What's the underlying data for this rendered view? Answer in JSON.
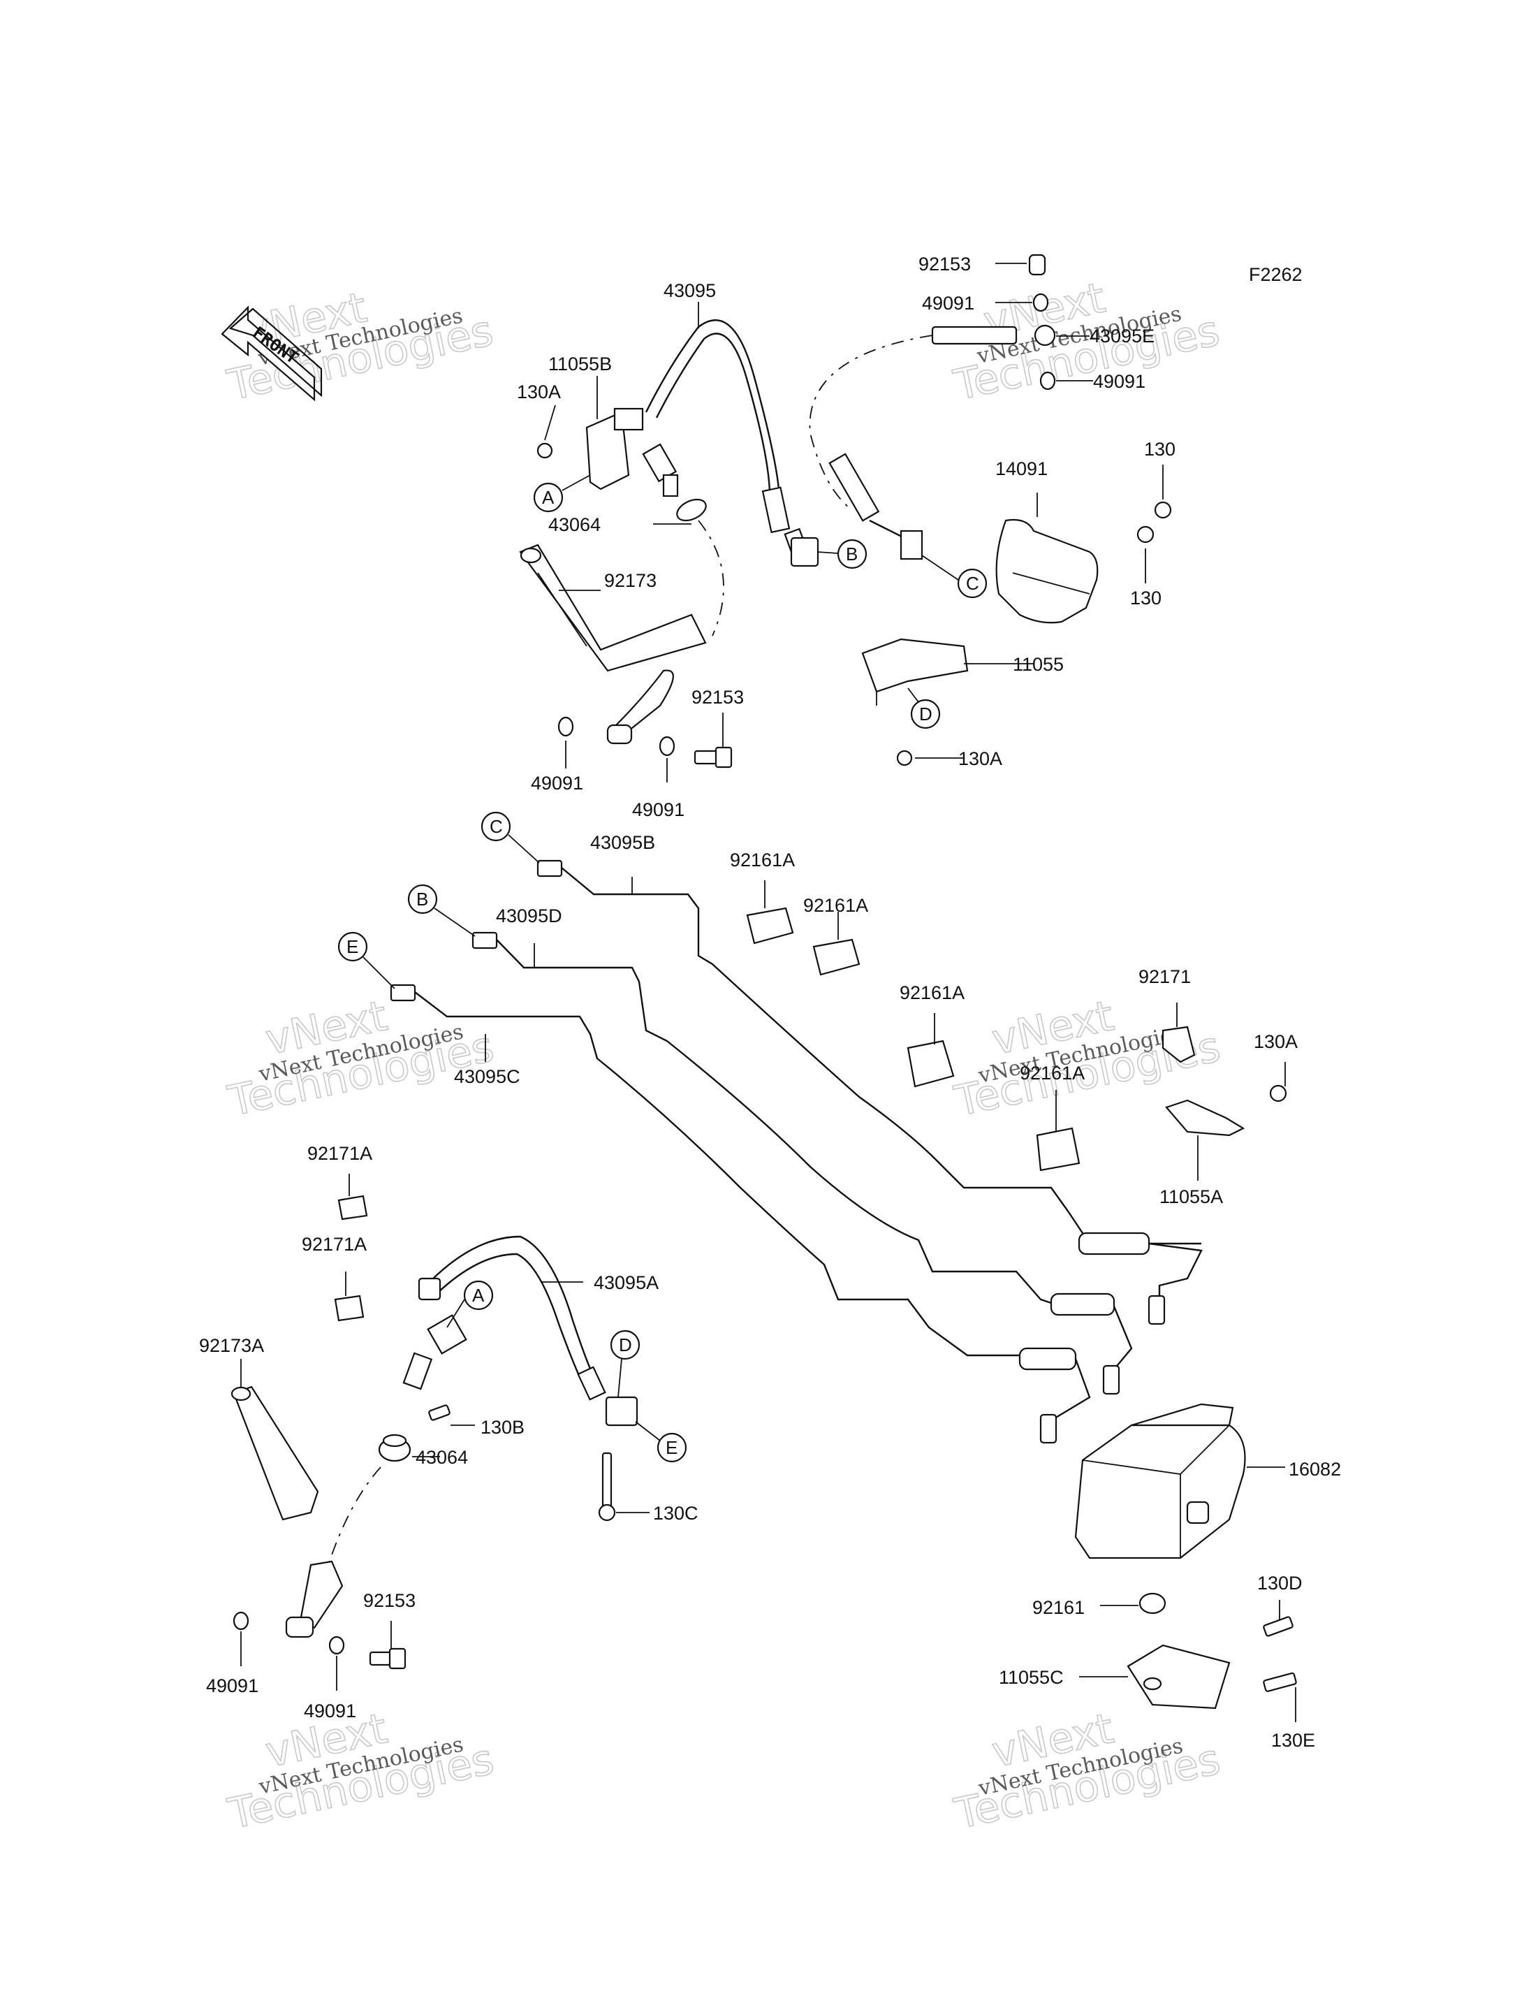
{
  "figure_code": "F2262",
  "front_label": "FRONT",
  "watermark": {
    "line1": "vNext",
    "line2": "Technologies",
    "caption": "vNext Technologies"
  },
  "labels": {
    "p92153_a": "92153",
    "p49091_a": "49091",
    "p43095e": "43095E",
    "p49091_b": "49091",
    "p43095": "43095",
    "p11055b": "11055B",
    "p130a_a": "130A",
    "p43064_a": "43064",
    "p92173": "92173",
    "p92153_b": "92153",
    "p49091_c": "49091",
    "p49091_d": "49091",
    "p14091": "14091",
    "p130_a": "130",
    "p130_b": "130",
    "p11055": "11055",
    "p130a_b": "130A",
    "p43095b": "43095B",
    "p43095d": "43095D",
    "p43095c": "43095C",
    "p92161a_a": "92161A",
    "p92161a_b": "92161A",
    "p92161a_c": "92161A",
    "p92161a_d": "92161A",
    "p92171": "92171",
    "p130a_c": "130A",
    "p11055a": "11055A",
    "p92171a_a": "92171A",
    "p92171a_b": "92171A",
    "p92173a": "92173A",
    "p43095a": "43095A",
    "p130b": "130B",
    "p43064_b": "43064",
    "p130c": "130C",
    "p92153_c": "92153",
    "p49091_e": "49091",
    "p49091_f": "49091",
    "p16082": "16082",
    "p92161": "92161",
    "p130d": "130D",
    "p11055c": "11055C",
    "p130e": "130E"
  },
  "callouts": {
    "a": "A",
    "b": "B",
    "c": "C",
    "d": "D",
    "e": "E"
  }
}
